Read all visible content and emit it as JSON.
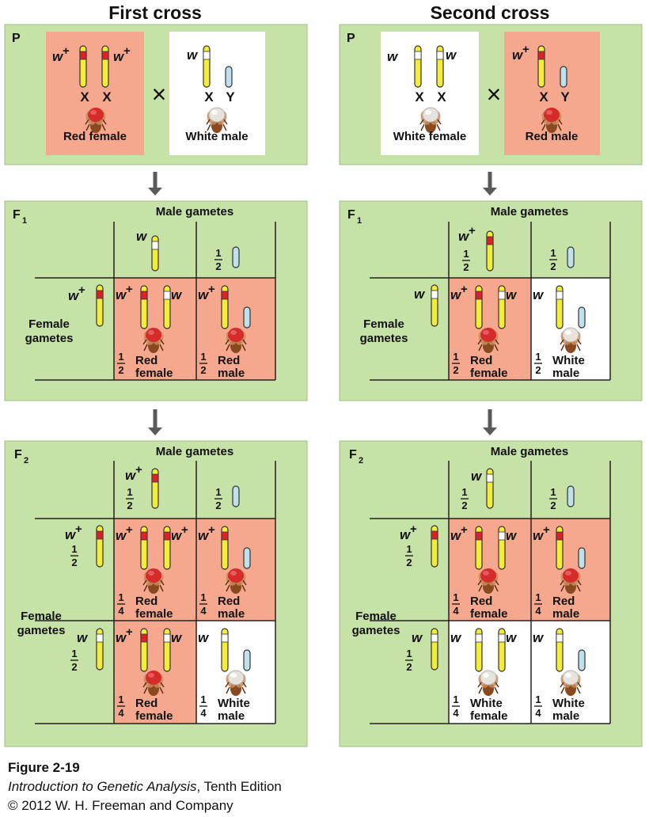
{
  "titles": {
    "first": "First cross",
    "second": "Second cross"
  },
  "labels": {
    "P": "P",
    "F": "F",
    "sub1": "1",
    "sub2": "2",
    "male_gametes": "Male gametes",
    "female_gametes_1": "Female",
    "female_gametes_2": "gametes",
    "w": "w",
    "plus": "+",
    "times": "×",
    "X": "X",
    "Y": "Y",
    "half_n": "1",
    "half_d": "2",
    "quarter_n": "1",
    "quarter_d": "4",
    "one": "1"
  },
  "parents": {
    "first": {
      "female": "Red female",
      "male": "White male"
    },
    "second": {
      "female": "White female",
      "male": "Red male"
    }
  },
  "f1": {
    "first": [
      {
        "line1": "Red",
        "line2": "female"
      },
      {
        "line1": "Red",
        "line2": "male"
      }
    ],
    "second": [
      {
        "line1": "Red",
        "line2": "female"
      },
      {
        "line1": "White",
        "line2": "male"
      }
    ]
  },
  "f2": {
    "first": [
      {
        "line1": "Red",
        "line2": "female"
      },
      {
        "line1": "Red",
        "line2": "male"
      },
      {
        "line1": "Red",
        "line2": "female"
      },
      {
        "line1": "White",
        "line2": "male"
      }
    ],
    "second": [
      {
        "line1": "Red",
        "line2": "female"
      },
      {
        "line1": "Red",
        "line2": "male"
      },
      {
        "line1": "White",
        "line2": "female"
      },
      {
        "line1": "White",
        "line2": "male"
      }
    ]
  },
  "caption": {
    "figure": "Figure 2-19",
    "book": "Introduction to Genetic Analysis",
    "edition": ", Tenth Edition",
    "copyright": "© 2012 W. H. Freeman and Company"
  },
  "colors": {
    "panel": "#c6e2a6",
    "panel_border": "#9cbf85",
    "red_cell": "#f5a88e",
    "white_cell": "#ffffff",
    "chrom_x": "#f4ec3a",
    "chrom_y": "#bfe0ec",
    "band_red": "#d8232a",
    "fly_red": "#d62b2b",
    "fly_body": "#a35a28",
    "arrow": "#5a5a5a"
  }
}
